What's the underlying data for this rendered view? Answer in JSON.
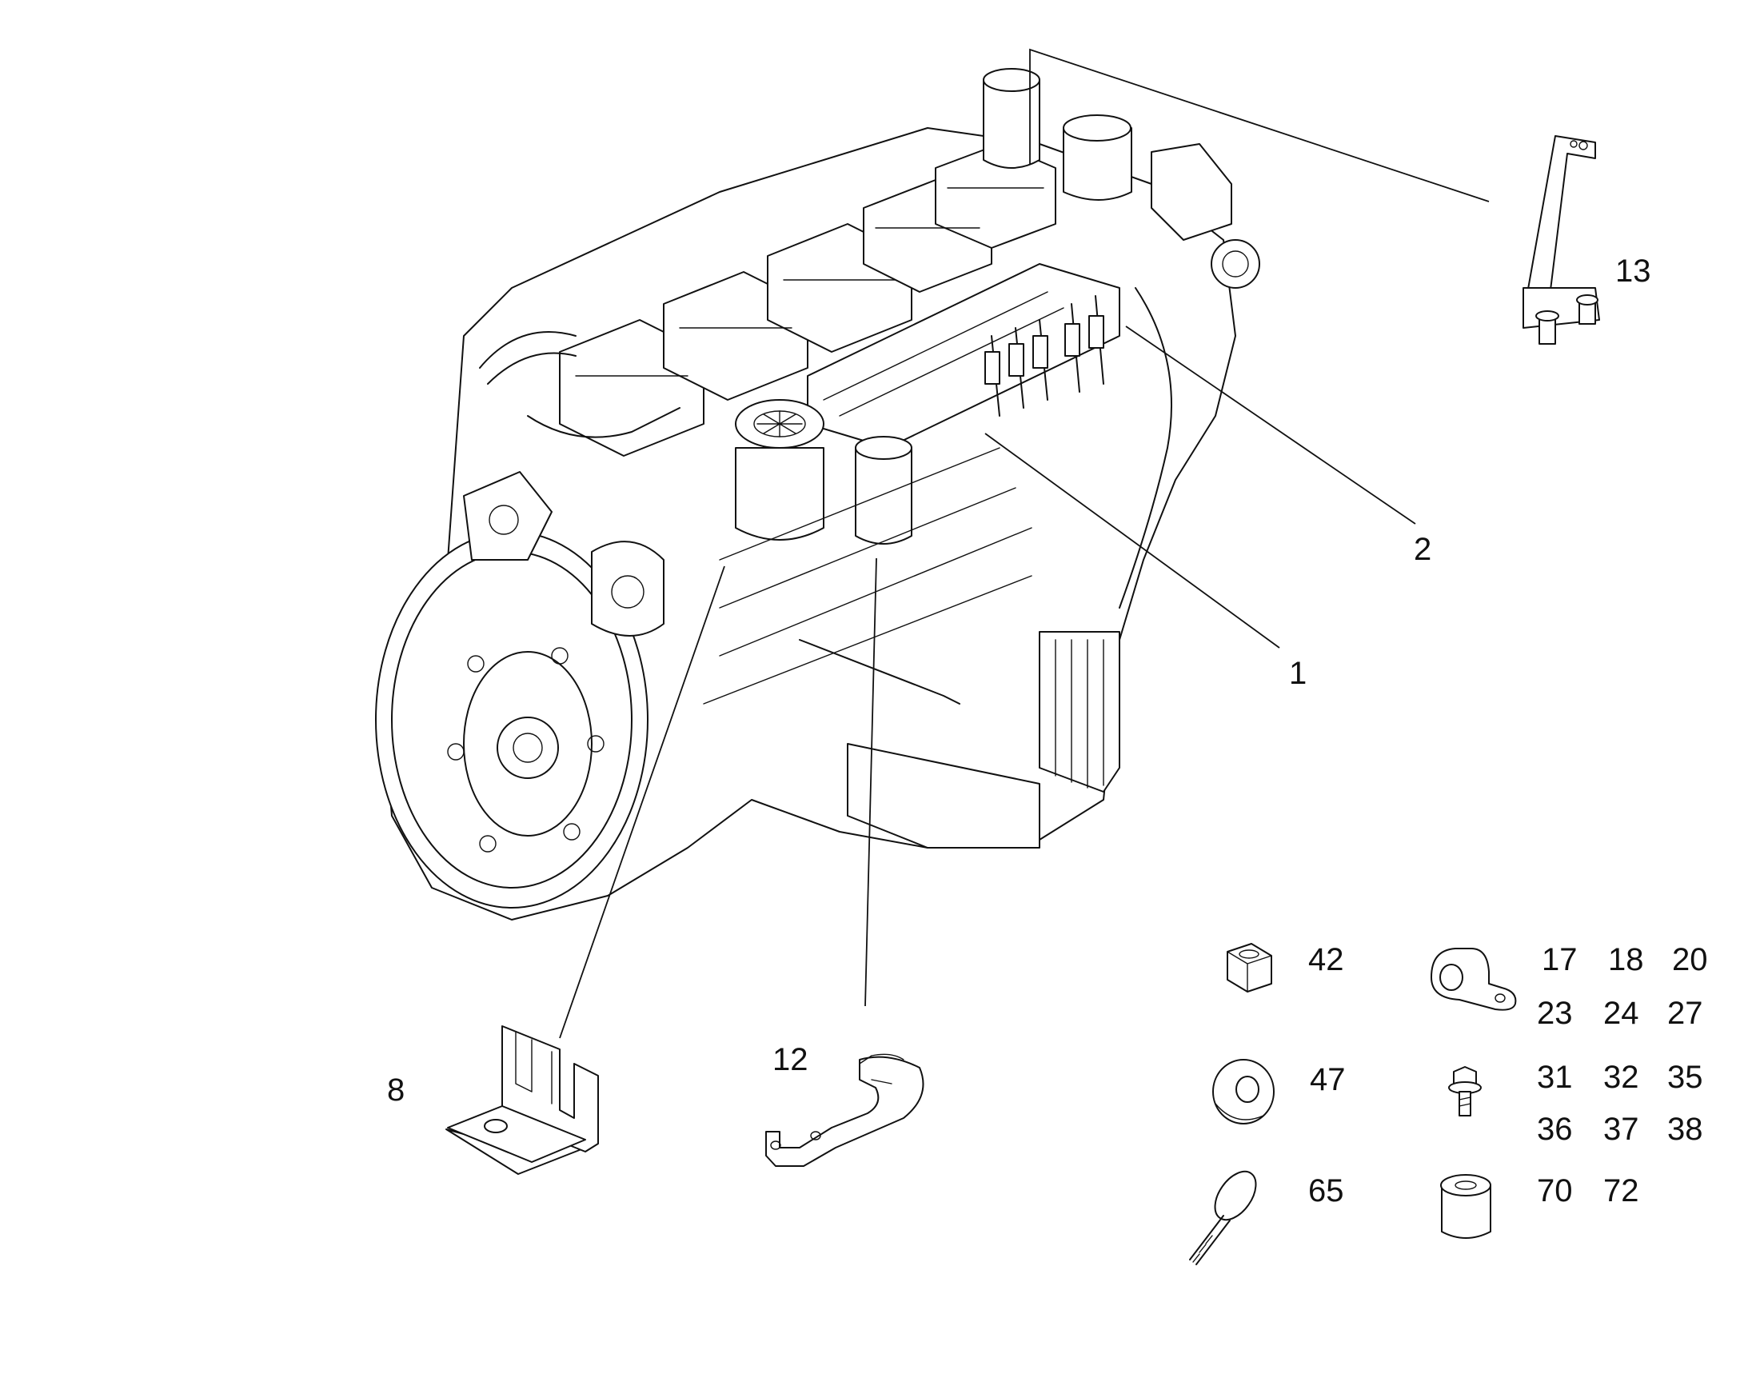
{
  "callouts": {
    "c1": "1",
    "c2": "2",
    "c8": "8",
    "c12": "12",
    "c13": "13",
    "c42": "42",
    "c47": "47",
    "c65": "65",
    "clip_row1": [
      "17",
      "18",
      "20"
    ],
    "clip_row2": [
      "23",
      "24",
      "27"
    ],
    "screw_row1": [
      "31",
      "32",
      "35"
    ],
    "screw_row2": [
      "36",
      "37",
      "38"
    ],
    "spacer_row": [
      "70",
      "72"
    ]
  },
  "icons": {
    "engine": "engine-assembly-drawing",
    "bracket_8": "angle-bracket-icon",
    "bracket_12": "strap-bracket-icon",
    "bracket_13": "mounting-bracket-icon",
    "nut": "hex-nut-icon",
    "washer": "washer-icon",
    "cable_tie": "cable-tie-icon",
    "clip": "p-clip-icon",
    "screw": "flange-screw-icon",
    "spacer": "spacer-sleeve-icon"
  }
}
